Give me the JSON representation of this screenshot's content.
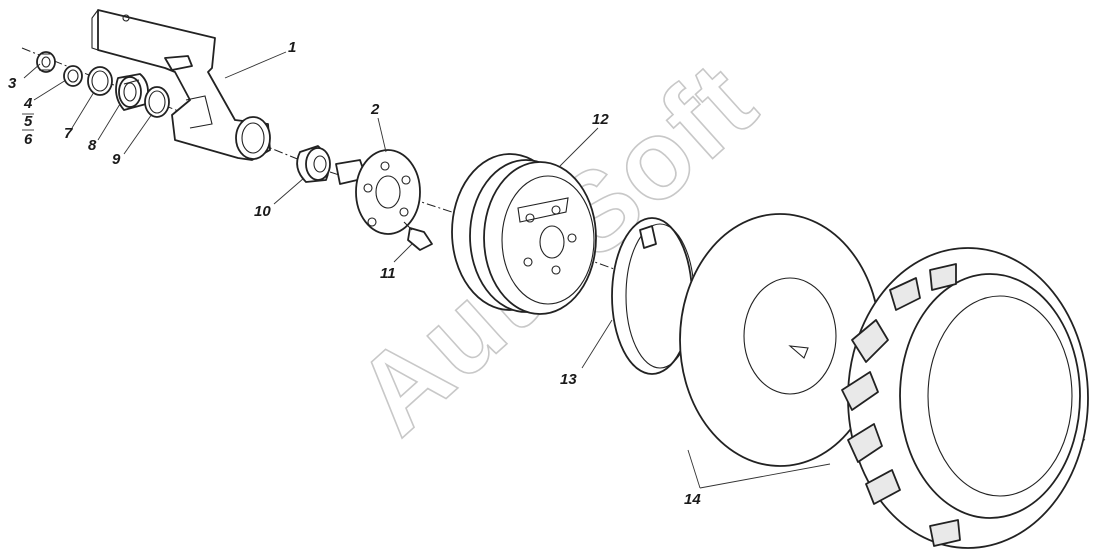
{
  "watermark": "AutoSoft",
  "callouts": [
    {
      "id": "c1",
      "text": "1"
    },
    {
      "id": "c2",
      "text": "2"
    },
    {
      "id": "c3",
      "text": "3"
    },
    {
      "id": "c4",
      "text": "4"
    },
    {
      "id": "c5",
      "text": "5"
    },
    {
      "id": "c6",
      "text": "6"
    },
    {
      "id": "c7",
      "text": "7"
    },
    {
      "id": "c8",
      "text": "8"
    },
    {
      "id": "c9",
      "text": "9"
    },
    {
      "id": "c10",
      "text": "10"
    },
    {
      "id": "c11",
      "text": "11"
    },
    {
      "id": "c12",
      "text": "12"
    },
    {
      "id": "c13",
      "text": "13"
    },
    {
      "id": "c14",
      "text": "14"
    }
  ]
}
